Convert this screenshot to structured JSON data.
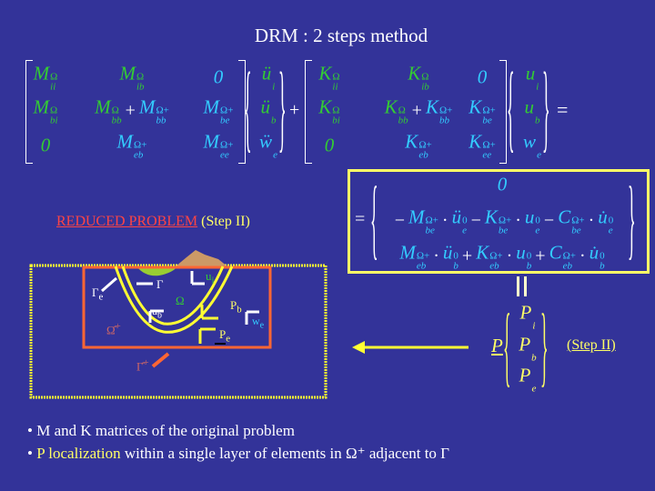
{
  "title": "DRM : 2 steps method",
  "colors": {
    "background": "#333399",
    "green": "#33cc33",
    "cyan": "#33ccff",
    "yellow": "#ffff66",
    "orange": "#ff6633",
    "red": "#ff4444"
  },
  "equation": {
    "M_matrix": [
      [
        [
          {
            "b": "M",
            "sup": "Ω",
            "sub": "ii",
            "c": "g"
          }
        ],
        [
          {
            "b": "M",
            "sup": "Ω",
            "sub": "ib",
            "c": "g"
          }
        ],
        [
          {
            "b": "0",
            "c": "c"
          }
        ]
      ],
      [
        [
          {
            "b": "M",
            "sup": "Ω",
            "sub": "bi",
            "c": "g"
          }
        ],
        [
          {
            "b": "M",
            "sup": "Ω",
            "sub": "bb",
            "c": "g"
          },
          "+",
          {
            "b": "M",
            "sup": "Ω+",
            "sub": "bb",
            "c": "c"
          }
        ],
        [
          {
            "b": "M",
            "sup": "Ω+",
            "sub": "be",
            "c": "c"
          }
        ]
      ],
      [
        [
          {
            "b": "0",
            "c": "g"
          }
        ],
        [
          {
            "b": "M",
            "sup": "Ω+",
            "sub": "eb",
            "c": "c"
          }
        ],
        [
          {
            "b": "M",
            "sup": "Ω+",
            "sub": "ee",
            "c": "c"
          }
        ]
      ]
    ],
    "accel_vector": [
      [
        {
          "b": "ü",
          "sub": "i",
          "c": "g"
        }
      ],
      [
        {
          "b": "ü",
          "sub": "b",
          "c": "g"
        }
      ],
      [
        {
          "b": "ẅ",
          "sub": "e",
          "c": "c"
        }
      ]
    ],
    "plus": "+",
    "K_matrix": [
      [
        [
          {
            "b": "K",
            "sup": "Ω",
            "sub": "ii",
            "c": "g"
          }
        ],
        [
          {
            "b": "K",
            "sup": "Ω",
            "sub": "ib",
            "c": "g"
          }
        ],
        [
          {
            "b": "0",
            "c": "c"
          }
        ]
      ],
      [
        [
          {
            "b": "K",
            "sup": "Ω",
            "sub": "bi",
            "c": "g"
          }
        ],
        [
          {
            "b": "K",
            "sup": "Ω",
            "sub": "bb",
            "c": "g"
          },
          "+",
          {
            "b": "K",
            "sup": "Ω+",
            "sub": "bb",
            "c": "c"
          }
        ],
        [
          {
            "b": "K",
            "sup": "Ω+",
            "sub": "be",
            "c": "c"
          }
        ]
      ],
      [
        [
          {
            "b": "0",
            "c": "g"
          }
        ],
        [
          {
            "b": "K",
            "sup": "Ω+",
            "sub": "eb",
            "c": "c"
          }
        ],
        [
          {
            "b": "K",
            "sup": "Ω+",
            "sub": "ee",
            "c": "c"
          }
        ]
      ]
    ],
    "disp_vector": [
      [
        {
          "b": "u",
          "sub": "i",
          "c": "g"
        }
      ],
      [
        {
          "b": "u",
          "sub": "b",
          "c": "g"
        }
      ],
      [
        {
          "b": "w",
          "sub": "e",
          "c": "c"
        }
      ]
    ],
    "equals": "=",
    "rhs": [
      [
        {
          "b": "0",
          "c": "c"
        }
      ],
      [
        "−",
        {
          "b": "M",
          "sup": "Ω+",
          "sub": "be",
          "c": "c"
        },
        "·",
        {
          "b": "ü",
          "sup": "0",
          "sub": "e",
          "c": "c"
        },
        "−",
        {
          "b": "K",
          "sup": "Ω+",
          "sub": "be",
          "c": "c"
        },
        "·",
        {
          "b": "u",
          "sup": "0",
          "sub": "e",
          "c": "c"
        },
        "−",
        {
          "b": "C",
          "sup": "Ω+",
          "sub": "be",
          "c": "c"
        },
        "·",
        {
          "b": "u̇",
          "sup": "0",
          "sub": "e",
          "c": "c"
        }
      ],
      [
        {
          "b": "M",
          "sup": "Ω+",
          "sub": "eb",
          "c": "c"
        },
        "·",
        {
          "b": "ü",
          "sup": "0",
          "sub": "b",
          "c": "c"
        },
        "+",
        {
          "b": "K",
          "sup": "Ω+",
          "sub": "eb",
          "c": "c"
        },
        "·",
        {
          "b": "u",
          "sup": "0",
          "sub": "b",
          "c": "c"
        },
        "+",
        {
          "b": "C",
          "sup": "Ω+",
          "sub": "eb",
          "c": "c"
        },
        "·",
        {
          "b": "u̇",
          "sup": "0",
          "sub": "b",
          "c": "c"
        }
      ]
    ],
    "equiv": "||",
    "P_label": "P",
    "P_vector": [
      [
        {
          "b": "P",
          "sub": "i",
          "c": "y"
        }
      ],
      [
        {
          "b": "P",
          "sub": "b",
          "c": "y"
        }
      ],
      [
        {
          "b": "P",
          "sub": "e",
          "c": "y"
        }
      ]
    ]
  },
  "reduced": {
    "label": "REDUCED PROBLEM",
    "step": "(Step II)"
  },
  "step_right": "(Step II)",
  "diagram": {
    "u_i": "u",
    "u_i_sub": "i",
    "gamma_e": "Γ",
    "gamma_e_sub": "e",
    "gamma": "Γ",
    "omega": "Ω",
    "u_b": "u",
    "u_b_sub": "b",
    "P_b": "P",
    "P_b_sub": "b",
    "w_e": "w",
    "w_e_sub": "e",
    "omega_hat": "Ω̂",
    "omega_hat_sup": "+",
    "P_e": "P",
    "P_e_sub": "e",
    "gamma_hat": "Γ̂",
    "gamma_hat_sup": "+"
  },
  "bullets": [
    {
      "prefix": "• M and K matrices of the original problem",
      "highlight": "",
      "rest": ""
    },
    {
      "prefix": "• ",
      "highlight": "P localization",
      "rest": " within a single layer of elements in Ω⁺ adjacent  to Γ"
    }
  ]
}
